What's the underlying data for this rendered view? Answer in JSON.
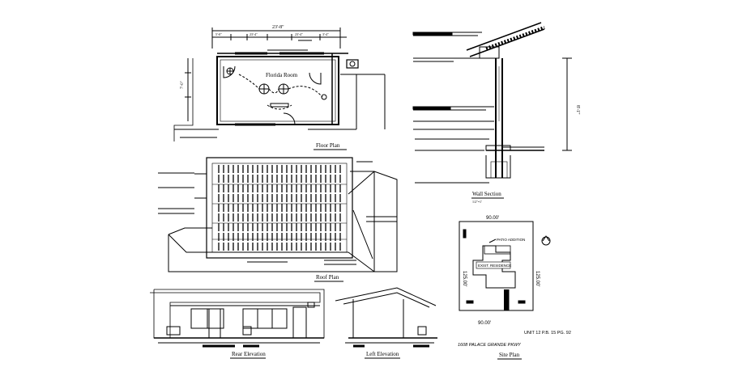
{
  "floor_plan": {
    "title": "Floor Plan",
    "room_name": "Florida Room",
    "overall_dim": "23'-8\"",
    "dims_top": [
      "5'-0\"",
      "23'-4\"",
      "23'-4\"",
      "3'-4\""
    ]
  },
  "roof_plan": {
    "title": "Roof Plan"
  },
  "rear_elevation": {
    "title": "Rear Elevation"
  },
  "left_elevation": {
    "title": "Left Elevation"
  },
  "wall_section": {
    "title": "Wall Section",
    "scale": "1/2\"=1'",
    "height_dim": "8'-1\""
  },
  "site_plan": {
    "title": "Site Plan",
    "dim_top": "90.00'",
    "dim_bottom": "90.00'",
    "dim_left": "125.00'",
    "dim_right": "125.00'",
    "label_addition": "PATIO ADDITION",
    "label_residence": "EXIST. RESIDENCE",
    "street": "1608 PALACE GRANDE PKWY",
    "lot_info": "UNIT 12  P.B. 15 PG. 92"
  }
}
